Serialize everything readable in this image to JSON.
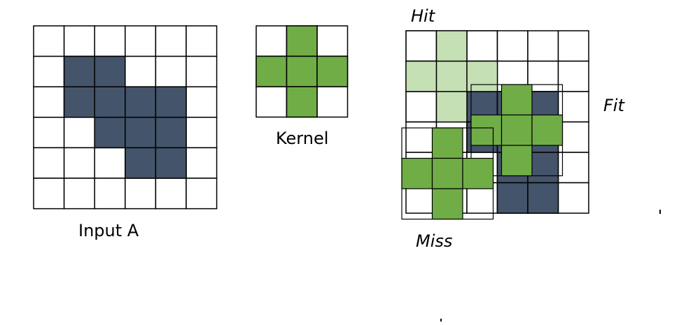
{
  "labels": {
    "input": "Input A",
    "kernel": "Kernel",
    "hit": "Hit",
    "fit": "Fit",
    "miss": "Miss"
  },
  "colors": {
    "foreground": "#44546a",
    "kernel": "#70ad47",
    "kernel_faded": "#c5e0b4",
    "grid_line": "#000000",
    "background": "#ffffff"
  },
  "input_grid": {
    "rows": 6,
    "cols": 6,
    "filled": [
      [
        1,
        1
      ],
      [
        1,
        2
      ],
      [
        2,
        1
      ],
      [
        2,
        2
      ],
      [
        2,
        3
      ],
      [
        2,
        4
      ],
      [
        3,
        2
      ],
      [
        3,
        3
      ],
      [
        3,
        4
      ],
      [
        4,
        3
      ],
      [
        4,
        4
      ]
    ]
  },
  "kernel_grid": {
    "rows": 3,
    "cols": 3,
    "filled": [
      [
        0,
        1
      ],
      [
        1,
        0
      ],
      [
        1,
        1
      ],
      [
        1,
        2
      ],
      [
        2,
        1
      ]
    ]
  },
  "result_grid": {
    "rows": 6,
    "cols": 6,
    "filled": [
      [
        2,
        2
      ],
      [
        2,
        3
      ],
      [
        2,
        4
      ],
      [
        3,
        2
      ],
      [
        3,
        3
      ],
      [
        3,
        4
      ],
      [
        4,
        3
      ],
      [
        4,
        4
      ],
      [
        5,
        3
      ],
      [
        5,
        4
      ]
    ]
  }
}
